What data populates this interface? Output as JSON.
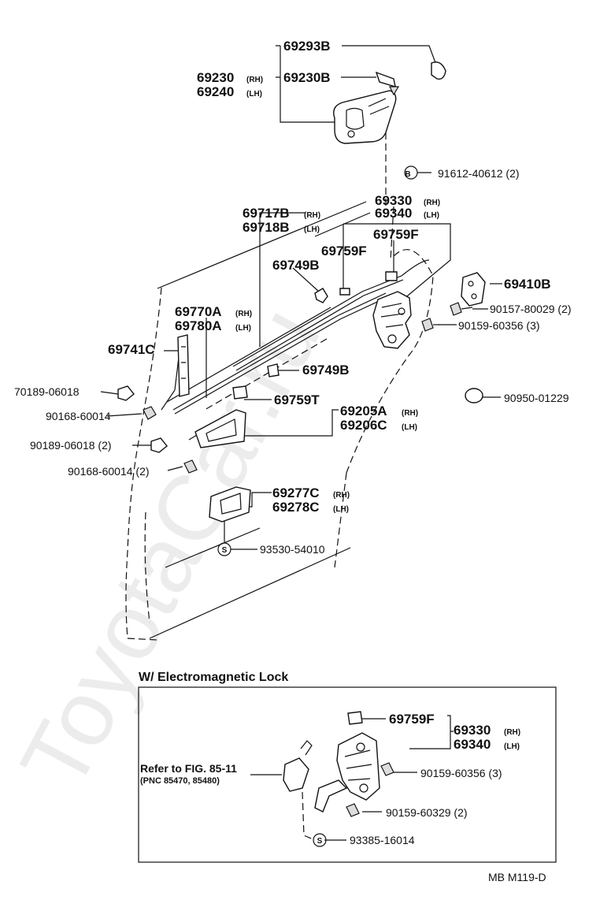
{
  "labels": {
    "p69293B": "69293B",
    "p69230": "69230",
    "p69240": "69240",
    "p69230B": "69230B",
    "p69330_top": "69330",
    "p69340_top": "69340",
    "p69717B": "69717B",
    "p69718B": "69718B",
    "p69759F_a": "69759F",
    "p69759F_b": "69759F",
    "p69749B_a": "69749B",
    "p69749B_b": "69749B",
    "p69410B": "69410B",
    "p69770A": "69770A",
    "p69780A": "69780A",
    "p69741C": "69741C",
    "p69759T": "69759T",
    "p69205A": "69205A",
    "p69206C": "69206C",
    "p69277C": "69277C",
    "p69278C": "69278C",
    "p69759F_c": "69759F",
    "p69330_box": "69330",
    "p69340_box": "69340"
  },
  "bolts": {
    "b91612": "91612-40612 (2)",
    "b90157": "90157-80029 (2)",
    "b90159_356": "90159-60356 (3)",
    "b70189": "70189-06018",
    "b90168_a": "90168-60014",
    "b90189": "90189-06018 (2)",
    "b90168_b": "90168-60014 (2)",
    "b90950": "90950-01229",
    "b93530": "93530-54010",
    "b90159_356_box": "90159-60356 (3)",
    "b90159_329_box": "90159-60329 (2)",
    "b93385": "93385-16014"
  },
  "suffix": {
    "rh": "(RH)",
    "lh": "(LH)"
  },
  "symbols": {
    "b": "B",
    "s": "S"
  },
  "section": {
    "title": "W/ Electromagnetic Lock"
  },
  "reference": {
    "line1": "Refer to FIG. 85-11",
    "line2": "(PNC 85470, 85480)"
  },
  "footer": {
    "code": "MB  M119-D"
  },
  "watermark": {
    "text": "ToyotaCar.ru"
  }
}
